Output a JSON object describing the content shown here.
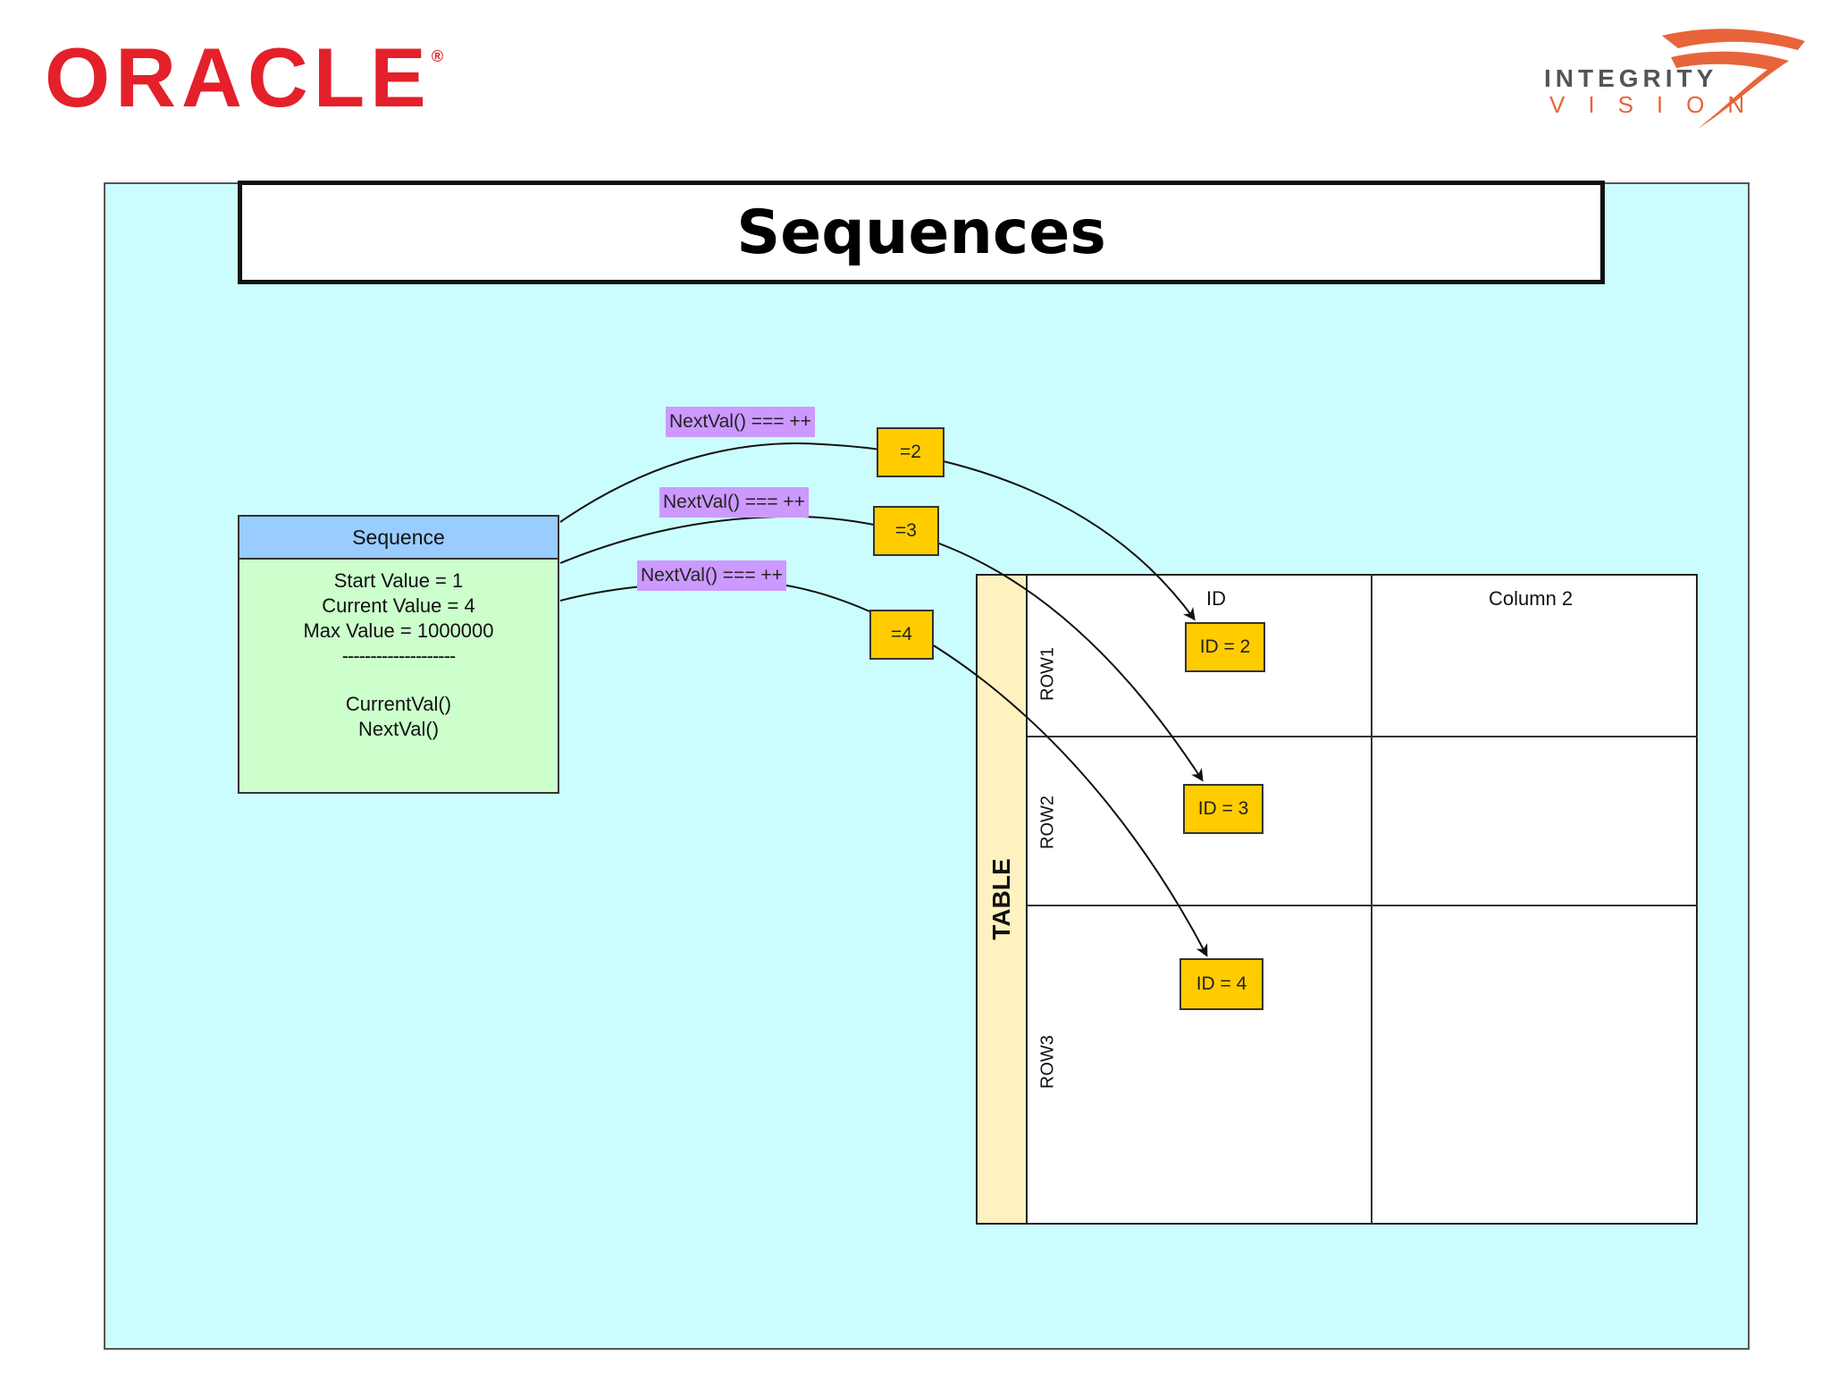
{
  "header": {
    "oracle_logo_text": "ORACLE",
    "oracle_registered": "®",
    "integrity_logo_top": "INTEGRITY",
    "integrity_logo_bottom": "VISION"
  },
  "title": "Sequences",
  "sequence": {
    "header": "Sequence",
    "lines": [
      "Start Value = 1",
      "Current Value = 4",
      "Max Value = 1000000"
    ],
    "separator": "--------------------",
    "methods": [
      "CurrentVal()",
      "NextVal()"
    ]
  },
  "calls": [
    {
      "label": "NextVal() === ++",
      "value": "=2",
      "target": "ID = 2"
    },
    {
      "label": "NextVal() === ++",
      "value": "=3",
      "target": "ID = 3"
    },
    {
      "label": "NextVal() === ++",
      "value": "=4",
      "target": "ID = 4"
    }
  ],
  "table": {
    "name": "TABLE",
    "columns": [
      "ID",
      "Column 2"
    ],
    "rows": [
      "ROW1",
      "ROW2",
      "ROW3"
    ]
  },
  "colors": {
    "background": "#ccfdfe",
    "sequence_header": "#99ccff",
    "sequence_body": "#ccffcc",
    "call_label": "#cc99ff",
    "value_box": "#ffcc00",
    "table_side": "#fff2c0",
    "oracle_red": "#e4202a"
  }
}
